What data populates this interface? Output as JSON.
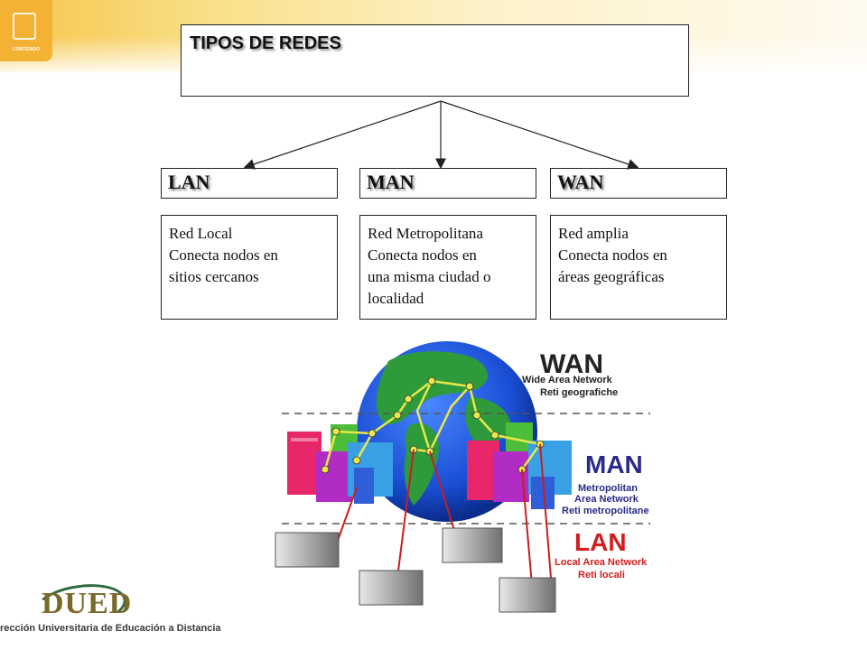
{
  "title": "TIPOS DE REDES",
  "sidebar_logo": {
    "label": "CONTENIDO"
  },
  "categories": [
    {
      "name": "LAN",
      "lines": [
        "Red Local",
        "Conecta nodos en",
        "sitios cercanos"
      ]
    },
    {
      "name": "MAN",
      "lines": [
        "Red Metropolitana",
        "Conecta nodos en",
        "una misma ciudad o",
        "localidad"
      ]
    },
    {
      "name": "WAN",
      "lines": [
        "Red amplia",
        "Conecta nodos en",
        "áreas geográficas"
      ]
    }
  ],
  "illustration": {
    "wan": {
      "label": "WAN",
      "en": "Wide Area Network",
      "it": "Reti geografiche",
      "color": "#222222"
    },
    "man": {
      "label": "MAN",
      "en1": "Metropolitan",
      "en2": "Area Network",
      "it": "Reti metropolitane",
      "color": "#2a2a8a"
    },
    "lan": {
      "label": "LAN",
      "en": "Local Area Network",
      "it": "Reti locali",
      "color": "#d41c1c"
    }
  },
  "footer": {
    "logo": "DUED",
    "text": "rección Universitaria de Educación a Distancia"
  },
  "colors": {
    "band": "#f6c54a",
    "globe_ocean": "#1a4fd6",
    "globe_land": "#2e9a3a",
    "links_yellow": "#e8e84a",
    "links_red": "#c81e1e"
  }
}
